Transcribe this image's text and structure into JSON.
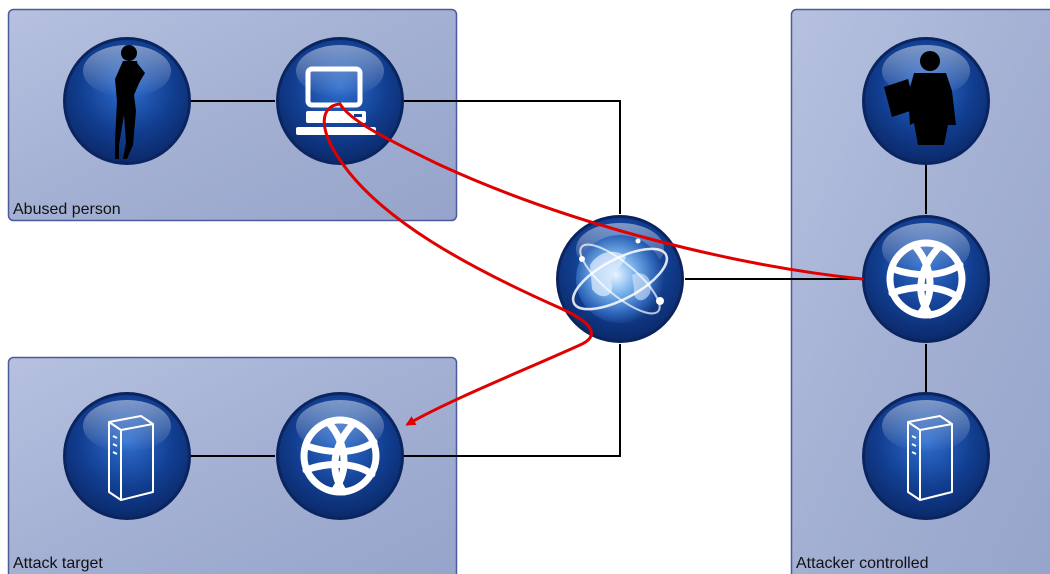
{
  "zones": {
    "abused": {
      "label": "Abused person"
    },
    "target": {
      "label": "Attack target"
    },
    "attacker": {
      "label": "Attacker controlled"
    }
  },
  "nodes": {
    "abused_person": {
      "icon": "woman-silhouette-icon"
    },
    "abused_computer": {
      "icon": "desktop-computer-icon"
    },
    "internet": {
      "icon": "globe-icon"
    },
    "target_server": {
      "icon": "server-icon"
    },
    "target_web": {
      "icon": "web-globe-icon"
    },
    "attacker_person": {
      "icon": "man-with-laptop-icon"
    },
    "attacker_web": {
      "icon": "web-globe-icon"
    },
    "attacker_server": {
      "icon": "server-icon"
    }
  },
  "colors": {
    "zone_fill": "#a4b1d3",
    "zone_border": "#4a5a9a",
    "node_dark": "#0b2a6b",
    "node_light": "#2f6fd0",
    "link": "#000000",
    "attack_path": "#e00000"
  }
}
